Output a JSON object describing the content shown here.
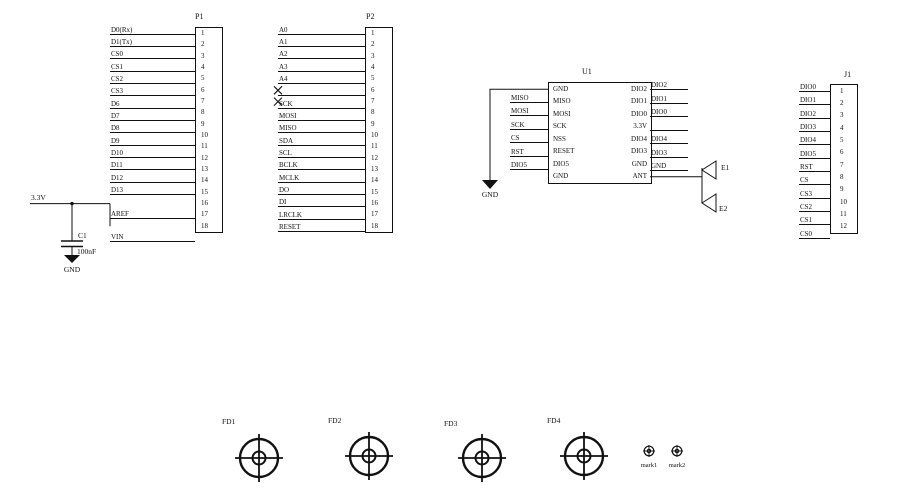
{
  "connectors": {
    "p1": {
      "ref": "P1",
      "nets": [
        "D0(Rx)",
        "D1(Tx)",
        "CS0",
        "CS1",
        "CS2",
        "CS3",
        "D6",
        "D7",
        "D8",
        "D9",
        "D10",
        "D11",
        "D12",
        "D13",
        "",
        "AREF",
        "",
        "VIN"
      ],
      "pins": [
        "1",
        "2",
        "3",
        "4",
        "5",
        "6",
        "7",
        "8",
        "9",
        "10",
        "11",
        "12",
        "13",
        "14",
        "15",
        "16",
        "17",
        "18"
      ]
    },
    "p2": {
      "ref": "P2",
      "nets": [
        "A0",
        "A1",
        "A2",
        "A3",
        "A4",
        "",
        "SCK",
        "MOSI",
        "MISO",
        "SDA",
        "SCL",
        "BCLK",
        "MCLK",
        "DO",
        "DI",
        "LRCLK",
        "RESET",
        ""
      ],
      "pins": [
        "1",
        "2",
        "3",
        "4",
        "5",
        "6",
        "7",
        "8",
        "9",
        "10",
        "11",
        "12",
        "13",
        "14",
        "15",
        "16",
        "17",
        "18"
      ],
      "no_connect_rows": [
        6,
        7
      ]
    },
    "j1": {
      "ref": "J1",
      "nets": [
        "DIO0",
        "DIO1",
        "DIO2",
        "DIO3",
        "DIO4",
        "DIO5",
        "RST",
        "CS",
        "CS3",
        "CS2",
        "CS1",
        "CS0"
      ],
      "pins": [
        "1",
        "2",
        "3",
        "4",
        "5",
        "6",
        "7",
        "8",
        "9",
        "10",
        "11",
        "12"
      ]
    }
  },
  "ic": {
    "ref": "U1",
    "left_pins": [
      "GND",
      "MISO",
      "MOSI",
      "SCK",
      "NSS",
      "RESET",
      "DIO5",
      "GND"
    ],
    "right_pins": [
      "DIO2",
      "DIO1",
      "DIO0",
      "3.3V",
      "DIO4",
      "DIO3",
      "GND",
      "ANT"
    ],
    "left_nets": [
      "",
      "MISO",
      "MOSI",
      "SCK",
      "CS",
      "RST",
      "DIO5",
      ""
    ],
    "right_nets": [
      "DIO2",
      "DIO1",
      "DIO0",
      "",
      "DIO4",
      "DIO3",
      "GND",
      ""
    ]
  },
  "power": {
    "rail_label": "3.3V",
    "capacitor_ref": "C1",
    "capacitor_value": "100nF",
    "gnd_label": "GND"
  },
  "antennas": [
    {
      "ref": "E1"
    },
    {
      "ref": "E2"
    }
  ],
  "fiducials": [
    {
      "ref": "FD1"
    },
    {
      "ref": "FD2"
    },
    {
      "ref": "FD3"
    },
    {
      "ref": "FD4"
    }
  ],
  "marks": [
    {
      "ref": "mark1"
    },
    {
      "ref": "mark2"
    }
  ]
}
